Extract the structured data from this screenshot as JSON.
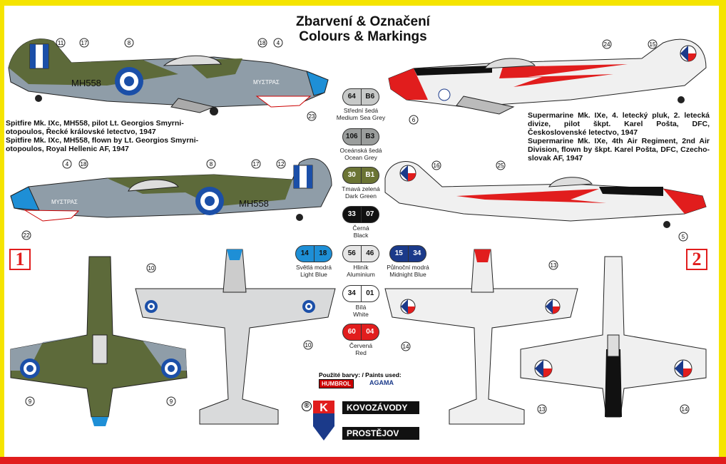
{
  "title_cz": "Zbarvení & Označení",
  "title_en": "Colours & Markings",
  "scheme1": {
    "number": "1",
    "desc_cz": "Spitfire Mk. IXc, MH558, pilot Lt. Georgios Smyrni-otopoulos, Řecké královské letectvo, 1947",
    "desc_en": "Spitfire Mk. IXc, MH558, flown by Lt. Georgios Smyrni-otopoulos, Royal Hellenic AF, 1947",
    "serial": "MH558",
    "name_marking": "ΜΥΣΤΡΑΣ"
  },
  "scheme2": {
    "number": "2",
    "desc_cz": "Supermarine Mk. IXe, 4. letecký pluk, 2. letecká divize, pilot škpt. Karel Pošta, DFC, Československé letectvo, 1947",
    "desc_en": "Supermarine Mk. IXe, 4th Air Regiment, 2nd Air Division, flown by škpt. Karel Pošta, DFC, Czecho-slovak AF, 1947"
  },
  "callouts": {
    "n4": "4",
    "n5": "5",
    "n6": "6",
    "n8": "8",
    "n9": "9",
    "n10": "10",
    "n11": "11",
    "n12": "12",
    "n13": "13",
    "n14": "14",
    "n15": "15",
    "n16": "16",
    "n17": "17",
    "n18": "18",
    "n22": "22",
    "n23": "23",
    "n24": "24",
    "n25": "25"
  },
  "paints": [
    {
      "humbrol": "64",
      "agama": "B6",
      "cz": "Střední šedá",
      "en": "Medium Sea Grey",
      "color": "#c7c9c8",
      "text": "#111"
    },
    {
      "humbrol": "106",
      "agama": "B3",
      "cz": "Oceánská šedá",
      "en": "Ocean Grey",
      "color": "#9a9d9c",
      "text": "#111"
    },
    {
      "humbrol": "30",
      "agama": "B1",
      "cz": "Tmavá zelená",
      "en": "Dark Green",
      "color": "#6b7434",
      "text": "#fff"
    },
    {
      "humbrol": "33",
      "agama": "07",
      "cz": "Černá",
      "en": "Black",
      "color": "#111111",
      "text": "#fff"
    },
    {
      "humbrol": "14",
      "agama": "18",
      "cz": "Světlá modrá",
      "en": "Light Blue",
      "color": "#1e8fd6",
      "text": "#111"
    },
    {
      "humbrol": "56",
      "agama": "46",
      "cz": "Hliník",
      "en": "Aluminium",
      "color": "#e6e6e6",
      "text": "#111"
    },
    {
      "humbrol": "15",
      "agama": "34",
      "cz": "Půlnoční modrá",
      "en": "Midnight Blue",
      "color": "#1b3a8a",
      "text": "#fff"
    },
    {
      "humbrol": "34",
      "agama": "01",
      "cz": "Bílá",
      "en": "White",
      "color": "#ffffff",
      "text": "#111"
    },
    {
      "humbrol": "60",
      "agama": "04",
      "cz": "Červená",
      "en": "Red",
      "color": "#e11d1d",
      "text": "#fff"
    }
  ],
  "paints_used_label": "Použité barvy: / Paints used:",
  "brand_humbrol": "HUMBROL",
  "brand_agama": "AGAMA",
  "logo_top": "KOVOZÁVODY",
  "logo_bottom": "PROSTĚJOV",
  "logo_reg": "®",
  "colors": {
    "frame_yellow": "#f5e400",
    "frame_red": "#e11d1d",
    "greek_blue": "#1b4fa8",
    "cz_blue": "#1b3a8a",
    "cz_red": "#e11d1d",
    "dark_green": "#5d6a3a",
    "ocean_grey": "#8f9da8"
  }
}
